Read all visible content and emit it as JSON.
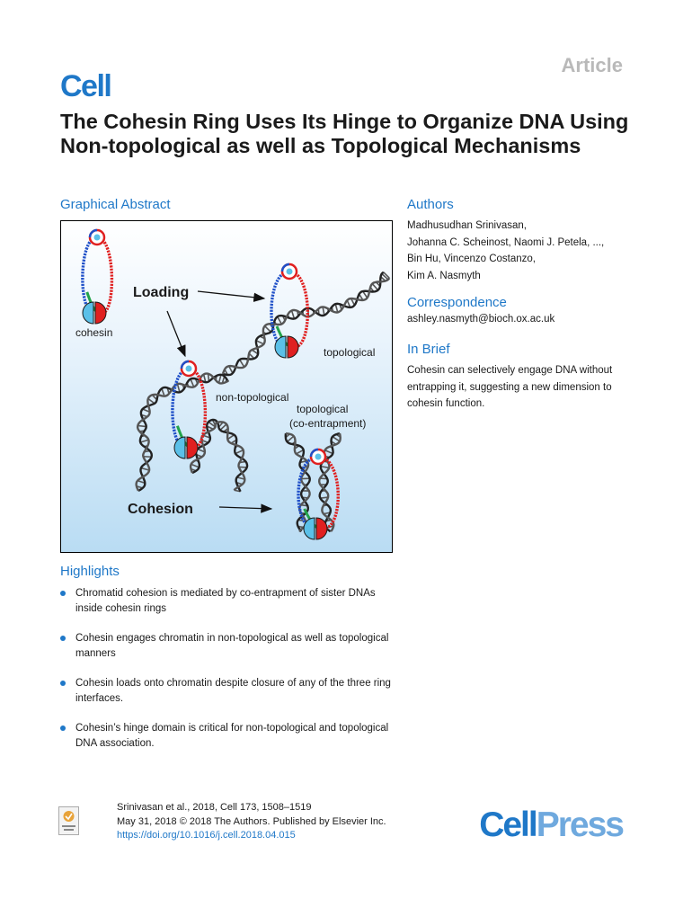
{
  "header": {
    "article_label": "Article",
    "journal_logo": "Cell"
  },
  "title": "The Cohesin Ring Uses Its Hinge to Organize DNA Using Non-topological as well as Topological Mechanisms",
  "graphical_abstract": {
    "heading": "Graphical Abstract",
    "labels": {
      "loading": "Loading",
      "cohesin": "cohesin",
      "topological": "topological",
      "non_topological": "non-topological",
      "topological_co": "topological",
      "co_entrapment": "(co-entrapment)",
      "cohesion": "Cohesion"
    }
  },
  "authors": {
    "heading": "Authors",
    "lines": [
      "Madhusudhan Srinivasan,",
      "Johanna C. Scheinost, Naomi J. Petela, ...,",
      "Bin Hu, Vincenzo Costanzo,",
      "Kim A. Nasmyth"
    ]
  },
  "correspondence": {
    "heading": "Correspondence",
    "email": "ashley.nasmyth@bioch.ox.ac.uk"
  },
  "in_brief": {
    "heading": "In Brief",
    "text": "Cohesin can selectively engage DNA without entrapping it, suggesting a new dimension to cohesin function."
  },
  "highlights": {
    "heading": "Highlights",
    "items": [
      "Chromatid cohesion is mediated by co-entrapment of sister DNAs inside cohesin rings",
      "Cohesin engages chromatin in non-topological as well as topological manners",
      "Cohesin loads onto chromatin despite closure of any of the three ring interfaces.",
      "Cohesin’s hinge domain is critical for non-topological and topological DNA association."
    ]
  },
  "footer": {
    "citation_line1": "Srinivasan et al., 2018, Cell 173, 1508–1519",
    "citation_line2": "May 31, 2018 © 2018 The Authors. Published by Elsevier Inc.",
    "doi": "https://doi.org/10.1016/j.cell.2018.04.015",
    "publisher_logo_part1": "Cell",
    "publisher_logo_part2": "Press"
  },
  "colors": {
    "accent_blue": "#1f78c8",
    "ring_red": "#e02020",
    "ring_blue": "#2050c8",
    "ring_green": "#22a34a",
    "head_cyan": "#5bc0e8"
  },
  "icons": [
    "check-for-updates-icon",
    "cohesin-ring-icon",
    "dna-helix-icon",
    "arrow-icon"
  ]
}
